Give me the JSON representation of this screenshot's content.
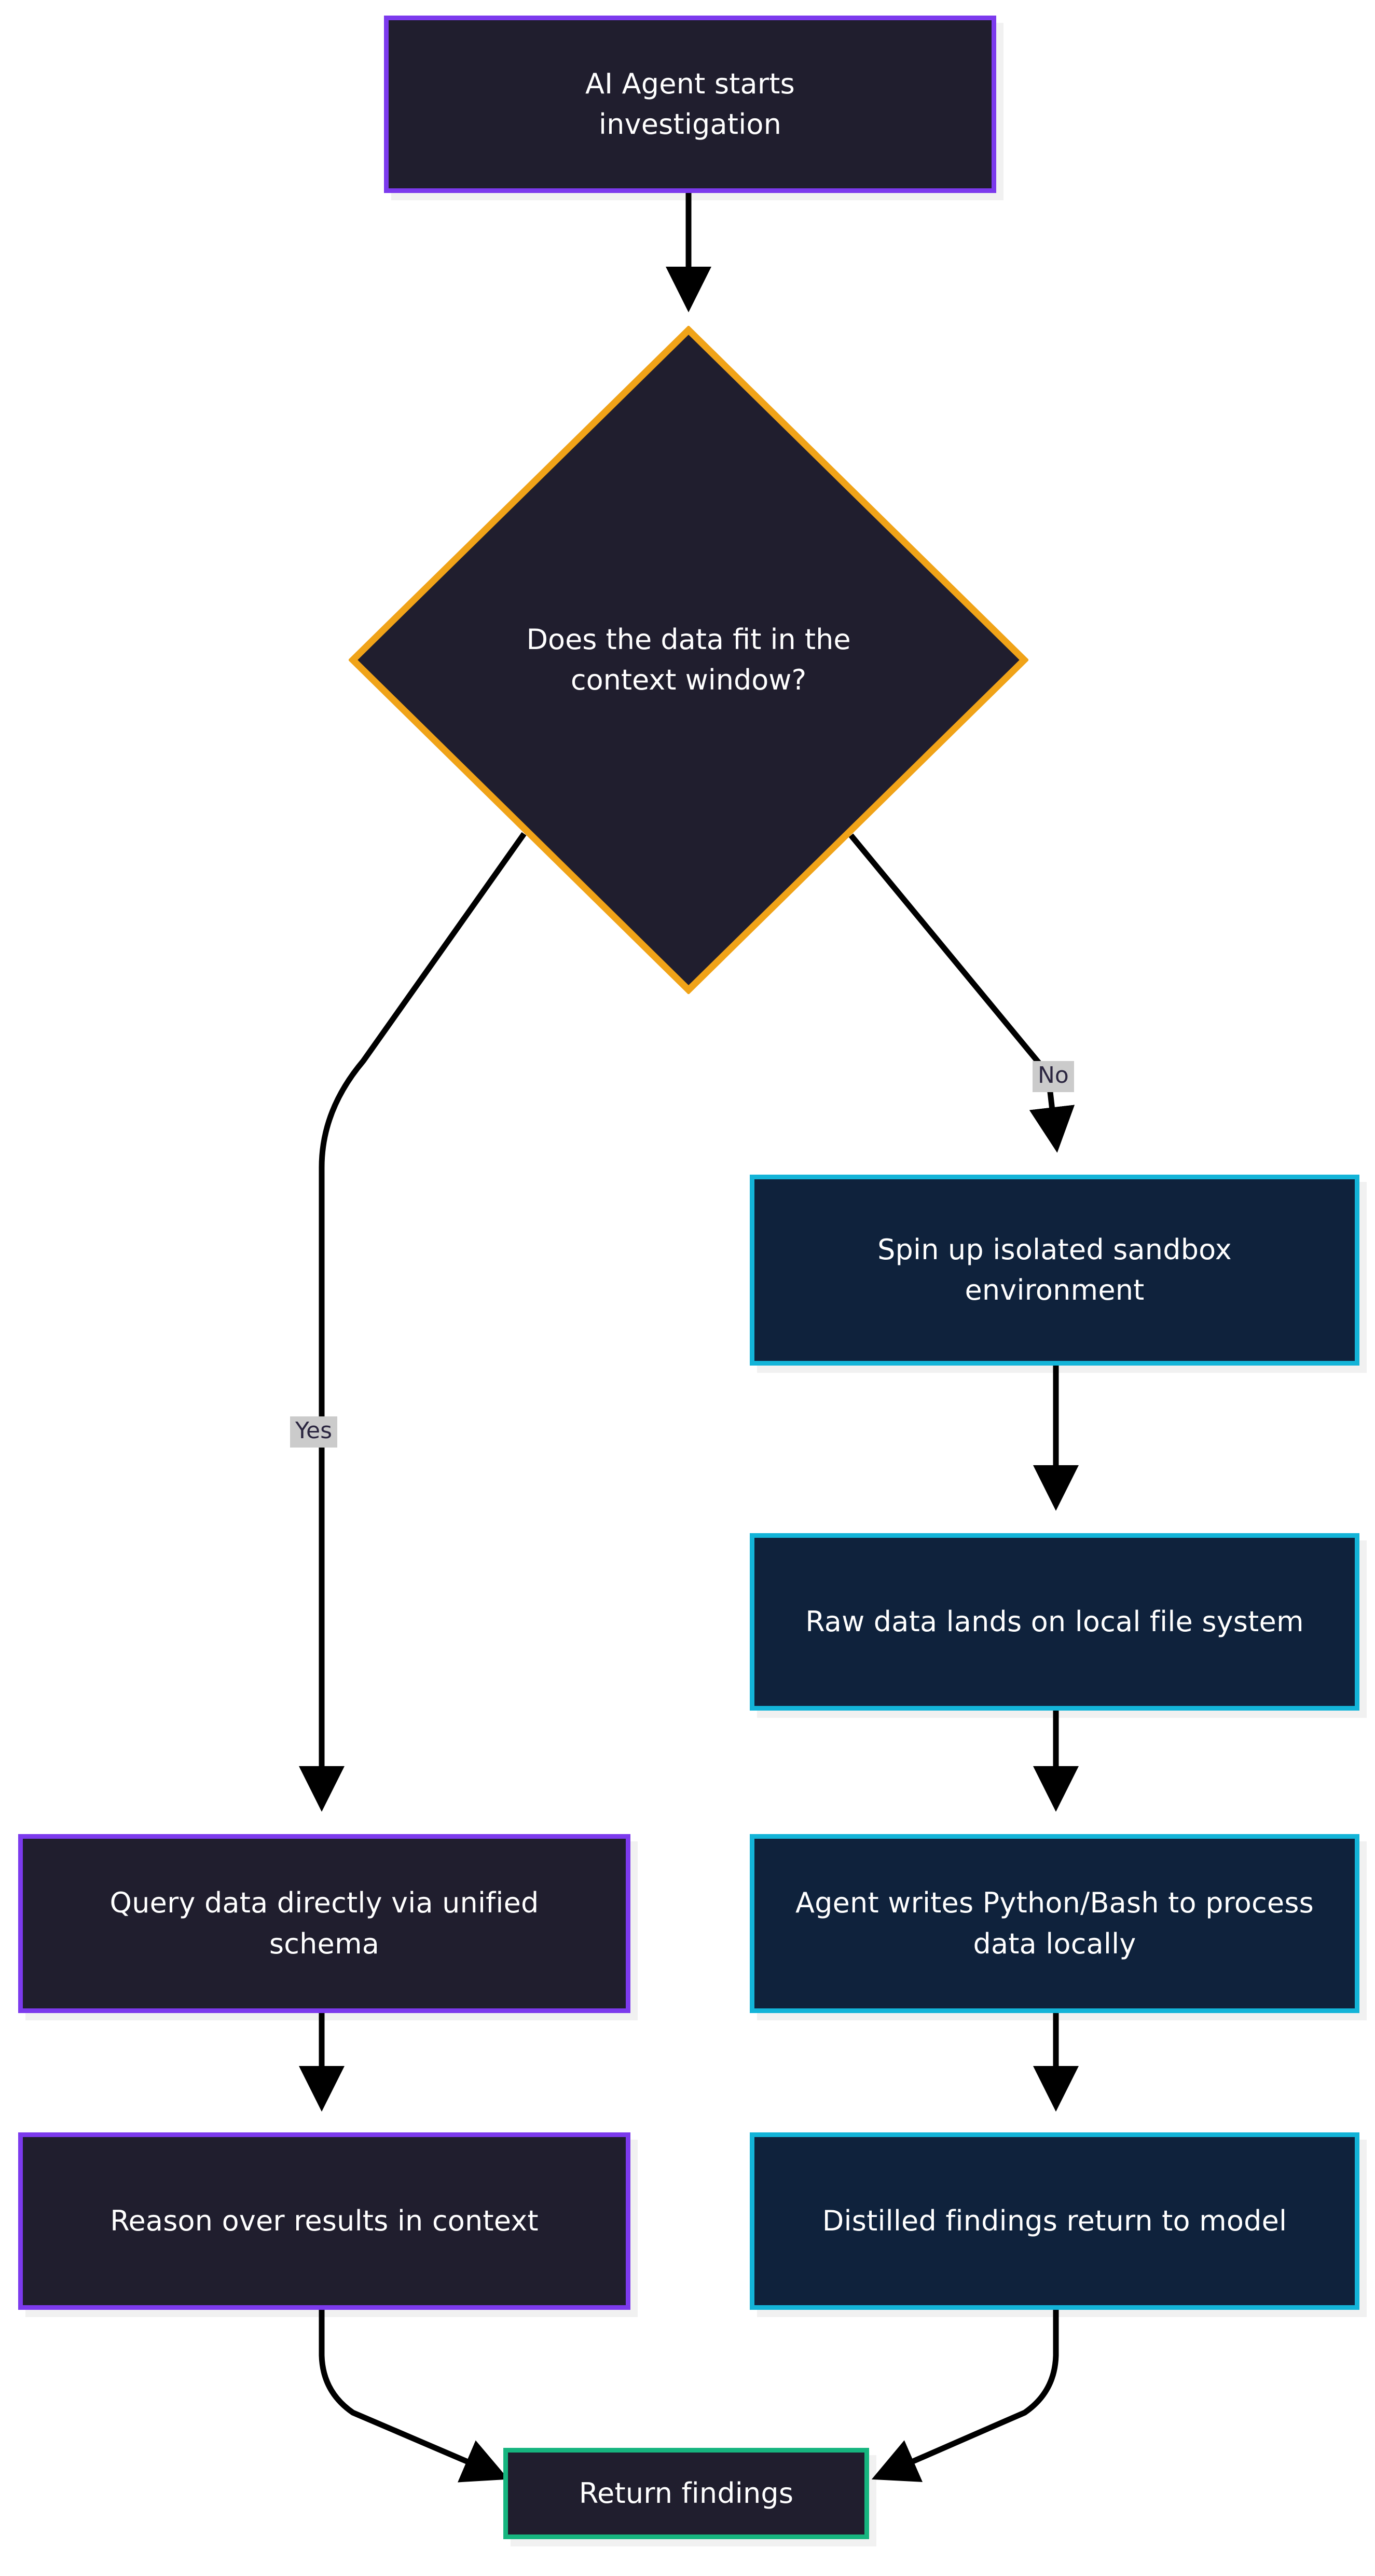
{
  "diagram": {
    "type": "flowchart",
    "direction": "top-down",
    "background_color": "#ffffff",
    "edge_color": "#000000",
    "title": "",
    "palette": {
      "purple_border": "#7c3aed",
      "purple_fill": "#201e2e",
      "cyan_border": "#13b4d8",
      "cyan_fill": "#0f223c",
      "green_border": "#16b57f",
      "green_fill": "#201e2e",
      "orange_border": "#f0a318",
      "diamond_fill": "#201e2e",
      "label_bg": "#cbcbcb",
      "label_text": "#2b2640",
      "node_text": "#ffffff"
    },
    "nodes": [
      {
        "id": "start",
        "label": "AI Agent starts investigation",
        "shape": "rect",
        "style": "purple"
      },
      {
        "id": "decision",
        "label": "Does the data fit in the context window?",
        "shape": "diamond",
        "style": "orange"
      },
      {
        "id": "sandbox",
        "label": "Spin up isolated sandbox environment",
        "shape": "rect",
        "style": "cyan"
      },
      {
        "id": "rawdata",
        "label": "Raw data lands on local file system",
        "shape": "rect",
        "style": "cyan"
      },
      {
        "id": "writes",
        "label": "Agent writes Python/Bash to process data locally",
        "shape": "rect",
        "style": "cyan"
      },
      {
        "id": "distilled",
        "label": "Distilled findings return to model",
        "shape": "rect",
        "style": "cyan"
      },
      {
        "id": "query",
        "label": "Query data directly via unified schema",
        "shape": "rect",
        "style": "purple"
      },
      {
        "id": "reason",
        "label": "Reason over results in context",
        "shape": "rect",
        "style": "purple"
      },
      {
        "id": "finish",
        "label": "Return findings",
        "shape": "rect",
        "style": "green"
      }
    ],
    "edges": [
      {
        "from": "start",
        "to": "decision",
        "label": ""
      },
      {
        "from": "decision",
        "to": "query",
        "label": "Yes"
      },
      {
        "from": "decision",
        "to": "sandbox",
        "label": "No"
      },
      {
        "from": "sandbox",
        "to": "rawdata",
        "label": ""
      },
      {
        "from": "rawdata",
        "to": "writes",
        "label": ""
      },
      {
        "from": "writes",
        "to": "distilled",
        "label": ""
      },
      {
        "from": "query",
        "to": "reason",
        "label": ""
      },
      {
        "from": "reason",
        "to": "finish",
        "label": ""
      },
      {
        "from": "distilled",
        "to": "finish",
        "label": ""
      }
    ],
    "edge_labels": {
      "yes": "Yes",
      "no": "No"
    }
  }
}
